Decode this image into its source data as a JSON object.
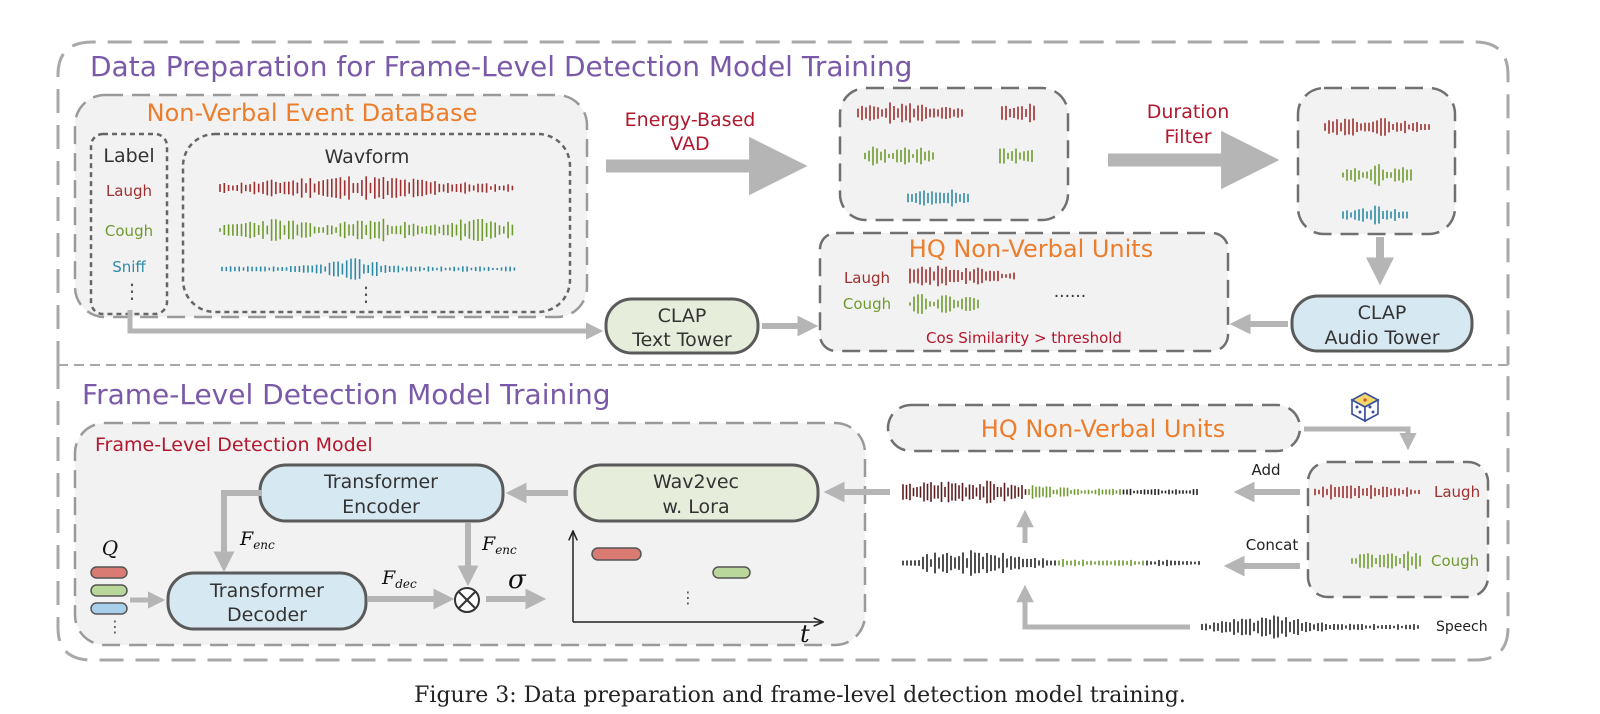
{
  "section_top": {
    "title": "Data Preparation for Frame-Level Detection Model Training",
    "database": {
      "title": "Non-Verbal Event DataBase",
      "label_header": "Label",
      "wave_header": "Wavform",
      "labels": [
        "Laugh",
        "Cough",
        "Sniff"
      ],
      "ellipsis": "⋮"
    },
    "vad": {
      "line1": "Energy-Based",
      "line2": "VAD"
    },
    "duration": {
      "line1": "Duration",
      "line2": "Filter"
    },
    "hq_units": {
      "title": "HQ Non-Verbal Units",
      "labels": [
        "Laugh",
        "Cough"
      ],
      "more": "......",
      "condition": "Cos Similarity > threshold"
    },
    "clap_text": {
      "line1": "CLAP",
      "line2": "Text Tower"
    },
    "clap_audio": {
      "line1": "CLAP",
      "line2": "Audio Tower"
    }
  },
  "section_bottom": {
    "title": "Frame-Level Detection Model Training",
    "model": {
      "title": "Frame-Level Detection Model",
      "encoder": {
        "line1": "Transformer",
        "line2": "Encoder"
      },
      "decoder": {
        "line1": "Transformer",
        "line2": "Decoder"
      },
      "wav2vec": {
        "line1": "Wav2vec",
        "line2": "w. Lora"
      },
      "q_label": "Q",
      "f_enc": "F",
      "f_enc_sub": "enc",
      "f_dec": "F",
      "f_dec_sub": "dec",
      "sigma": "σ",
      "otimes": "⊗",
      "t_axis": "t",
      "ellipsis": "⋮"
    },
    "hq_units_title": "HQ Non-Verbal Units",
    "ops": {
      "add": "Add",
      "concat": "Concat"
    },
    "mix_labels": [
      "Laugh",
      "Cough"
    ],
    "speech_label": "Speech"
  },
  "caption": "Figure 3: Data preparation and frame-level detection model training.",
  "colors": {
    "laugh": "#9c2f2f",
    "cough": "#6f9a2e",
    "sniff": "#2e8aa6",
    "purple": "#7a5aa8",
    "orange": "#ec7d2c",
    "red": "#b3172e",
    "blue_box": "#d6e8f2",
    "green_box": "#e6eedb",
    "panel": "#f2f2f2",
    "arrow": "#b5b5b5"
  }
}
